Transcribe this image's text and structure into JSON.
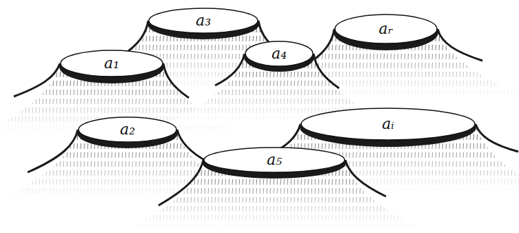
{
  "diagram": {
    "nodes": [
      {
        "text": [
          "a₃"
        ]
      },
      {
        "text": [
          "aᵣ"
        ]
      },
      {
        "text": [
          "a₁"
        ]
      },
      {
        "text": [
          "a₄"
        ]
      },
      {
        "text": [
          "aᵢ"
        ]
      },
      {
        "text": [
          "a₂"
        ]
      },
      {
        "text": [
          "a₅"
        ]
      }
    ]
  }
}
